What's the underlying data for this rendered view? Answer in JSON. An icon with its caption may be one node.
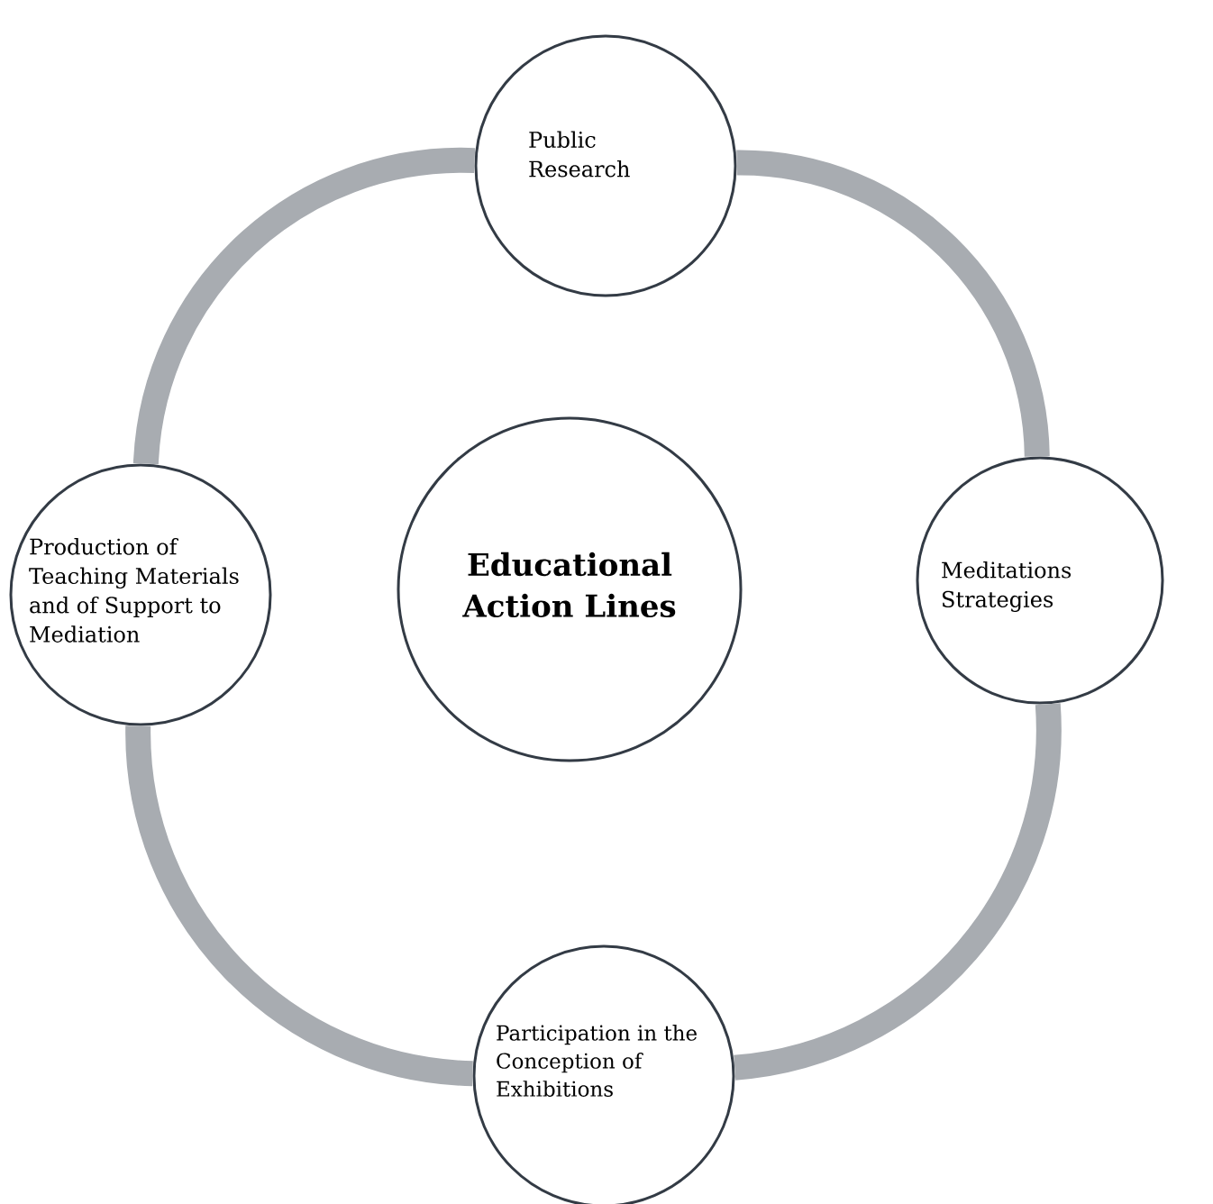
{
  "diagram": {
    "nodes": [
      {
        "text": [
          "Public Research"
        ]
      },
      {
        "text": [
          "Production of Teaching Materials and of Support to Mediation"
        ]
      },
      {
        "text": [
          "Educational Action Lines"
        ]
      },
      {
        "text": [
          "Meditations Strategies"
        ]
      },
      {
        "text": [
          "Participation in the Conception of Exhibitions"
        ]
      }
    ],
    "edges": [
      {
        "from": 0,
        "to": 3,
        "arrow": "none"
      },
      {
        "from": 3,
        "to": 4,
        "arrow": "none"
      },
      {
        "from": 4,
        "to": 1,
        "arrow": "none"
      },
      {
        "from": 1,
        "to": 0,
        "arrow": "none"
      }
    ]
  }
}
